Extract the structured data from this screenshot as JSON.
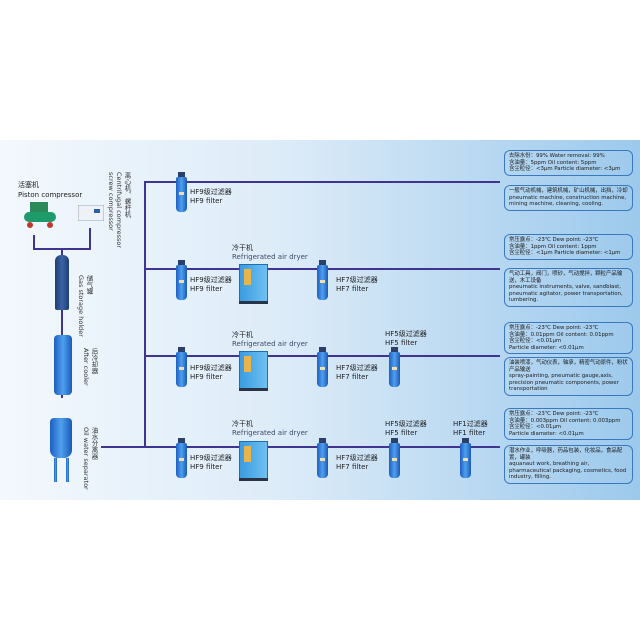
{
  "equipment": {
    "piston_cn": "活塞机",
    "piston_en": "Piston compressor",
    "centrifugal_cn": "离心机、螺杆机",
    "centrifugal_en1": "Centrifugal compressor",
    "centrifugal_en2": "screw compressor",
    "tank_cn": "储气罐",
    "tank_en": "Gas storage holder",
    "cooler_cn": "后冷却器",
    "cooler_en": "After cooler",
    "separator_cn": "油水分离器",
    "separator_en": "Oil water separator"
  },
  "labels": {
    "hf9_cn": "HF9级过滤器",
    "hf9_en": "HF9 filter",
    "hf7_cn": "HF7级过滤器",
    "hf7_en": "HF7 filter",
    "hf5_cn": "HF5级过滤器",
    "hf5_en": "HF5 filter",
    "hf1_cn": "HF1过滤器",
    "hf1_en": "HF1 filter",
    "dryer_cn": "冷干机",
    "dryer_en": "Refrigerated air dryer"
  },
  "rows": [
    {
      "spec": [
        "去除水份：99%   Water removal: 99%",
        "含油量：5ppm   Oil content: 5ppm",
        "含尘粒径：<3μm  Particle diameter: <3μm"
      ],
      "app": [
        "一般气动机械，建筑机械，矿山机械，出挡，冷却",
        "pneumatic machine, construction machine, mining machine, cleaning, cooling."
      ]
    },
    {
      "spec": [
        "常压露点：-23℃   Dew point: -23℃",
        "含油量：1ppm   Oil content: 1ppm",
        "含尘粒径：<1μm   Particle diameter: <1μm"
      ],
      "app": [
        "气动工具，阀门，喷砂，气动搅拌，颗粒产品输送，木工设备",
        "pneumatic instruments, valve, sandblast, pneumatic agitator, power transportation, lumbering."
      ]
    },
    {
      "spec": [
        "常压露点：-23℃   Dew point: -23℃",
        "含油量：0.01ppm   Oil content: 0.01ppm",
        "含尘粒径：<0.01μm",
        "Particle diameter: <0.01μm"
      ],
      "app": [
        "油装喷漆，气动仪表，轴承，精密气动原件，粉状产品输送",
        "spray-painting, pneumatic gauge,axis, precision pneumatic components, power transportation"
      ]
    },
    {
      "spec": [
        "常压露点：-23℃   Dew point: -23℃",
        "含油量：0.003ppm   Oil content: 0.003ppm",
        "含尘粒径：<0.01μm",
        "Particle diameter: <0.01μm"
      ],
      "app": [
        "潜水作业，呼吸器，药品包装，化妆品，食品配置，罐装",
        "aquanaut work, breathing air, pharmaceutical packaging, cosmetics, food industry, filling."
      ]
    }
  ],
  "colors": {
    "line": "#3f3590",
    "filter": "#2f7fd8"
  }
}
